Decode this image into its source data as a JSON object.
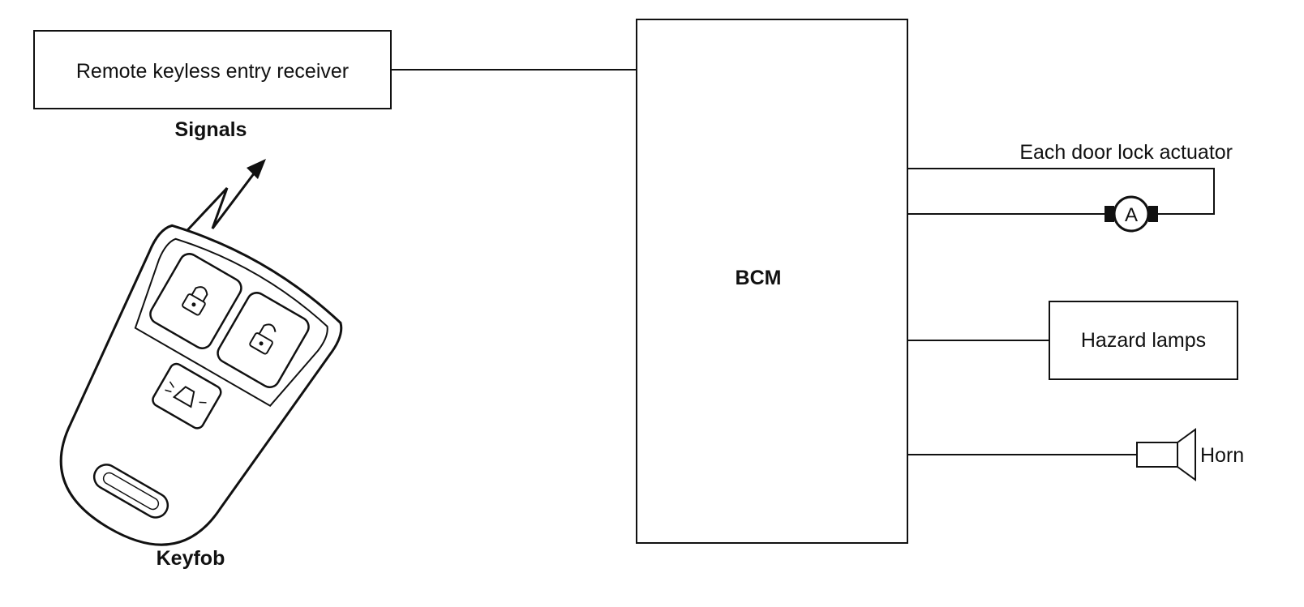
{
  "diagram": {
    "receiver_label": "Remote keyless entry receiver",
    "signals_label": "Signals",
    "keyfob_label": "Keyfob",
    "bcm_label": "BCM",
    "door_lock_label": "Each door lock actuator",
    "actuator_symbol": "A",
    "hazard_label": "Hazard lamps",
    "horn_label": "Horn"
  },
  "icons": {
    "signal": "lightning-arrow-icon",
    "lock": "lock-icon",
    "unlock": "unlock-icon",
    "panic": "panic-horn-icon",
    "actuator": "motor-actuator-icon",
    "horn": "horn-icon"
  }
}
